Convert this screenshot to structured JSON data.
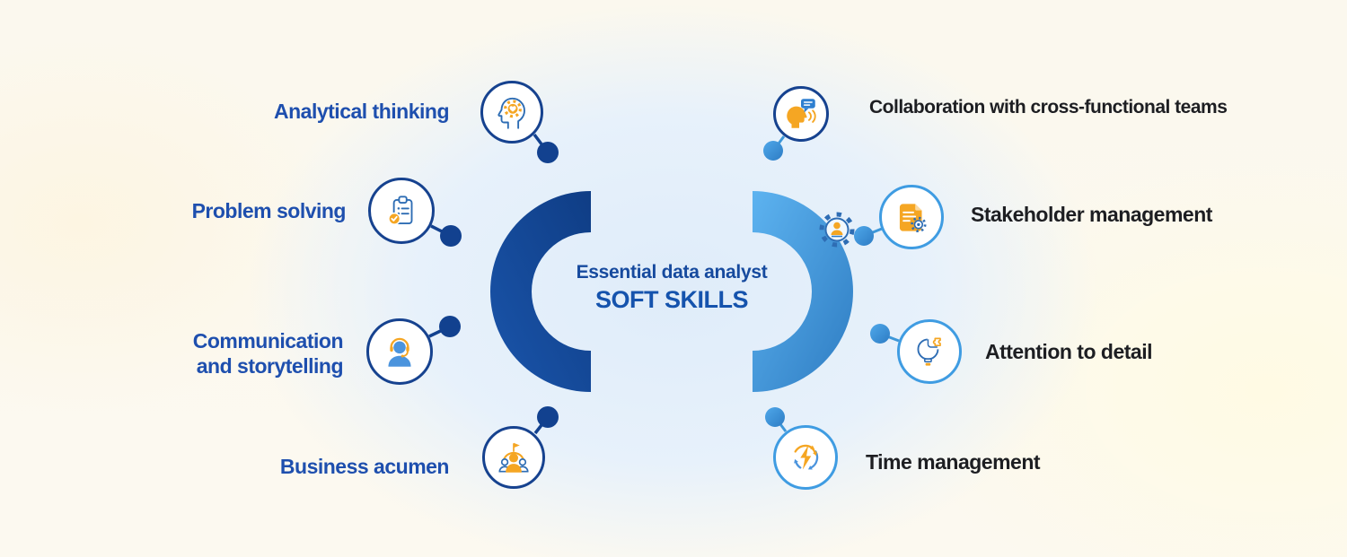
{
  "title": {
    "line1": "Essential data analyst",
    "line2": "SOFT SKILLS"
  },
  "left_items": [
    {
      "label": "Analytical thinking",
      "icon": "analytical-thinking-icon"
    },
    {
      "label": "Problem solving",
      "icon": "problem-solving-icon"
    },
    {
      "label": "Communication and storytelling",
      "icon": "communication-icon"
    },
    {
      "label": "Business acumen",
      "icon": "business-acumen-icon"
    }
  ],
  "right_items": [
    {
      "label": "Collaboration with cross-functional teams",
      "icon": "collaboration-icon"
    },
    {
      "label": "Stakeholder management",
      "icon": "stakeholder-icon"
    },
    {
      "label": "Attention to detail",
      "icon": "attention-to-detail-icon"
    },
    {
      "label": "Time management",
      "icon": "time-management-icon"
    }
  ],
  "colors": {
    "navy": "#16428f",
    "left_text_blue": "#1e4fae",
    "title_blue": "#164a9e",
    "light_blue": "#3f9ce2",
    "orange": "#f5a623",
    "dark_text": "#1d1e22",
    "left_arc_gradient": [
      "#1a55ab",
      "#0f3d85"
    ],
    "right_arc_gradient": [
      "#5db3f0",
      "#2e7cc2"
    ]
  }
}
